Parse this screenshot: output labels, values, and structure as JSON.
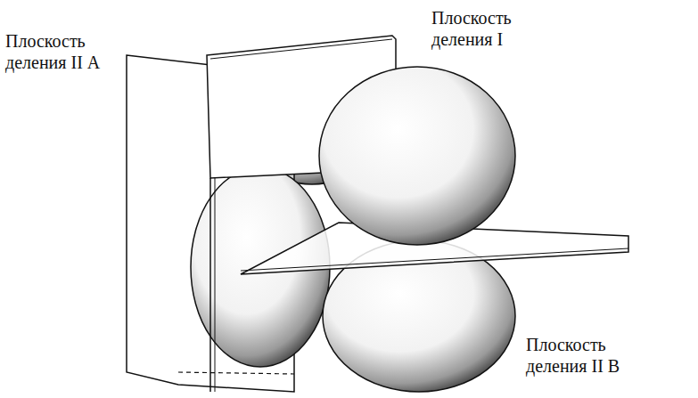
{
  "diagram": {
    "labels": [
      "Плоскость деления II А",
      "Плоскость деления I",
      "Плоскость деления II В"
    ]
  }
}
